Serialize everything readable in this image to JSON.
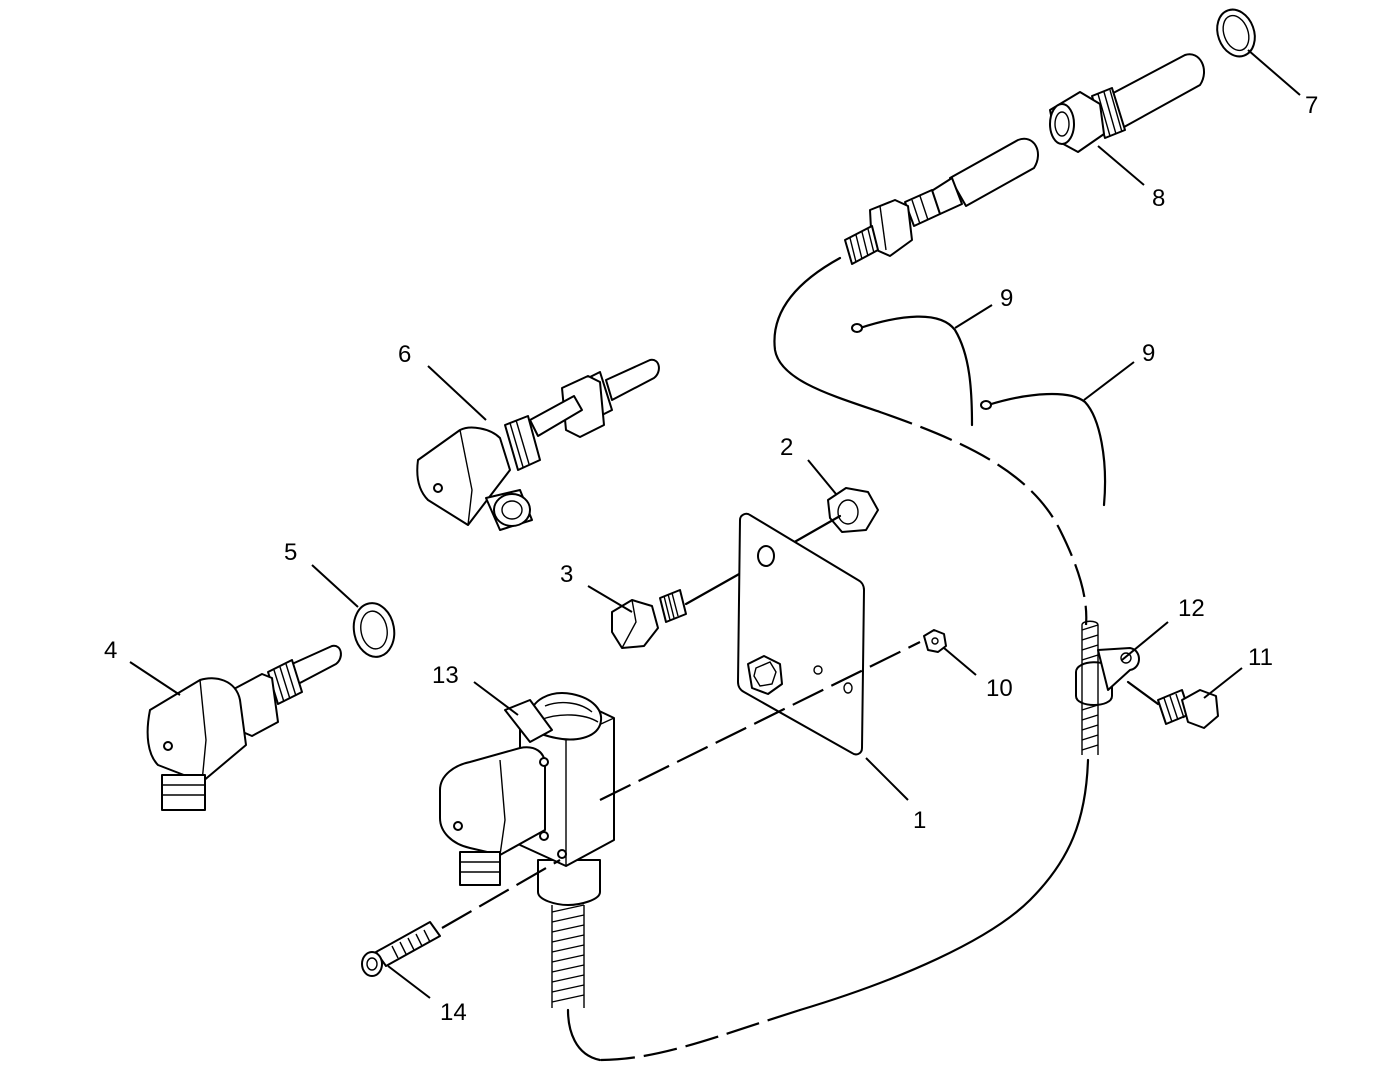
{
  "callouts": [
    {
      "id": "1",
      "label": "1"
    },
    {
      "id": "2",
      "label": "2"
    },
    {
      "id": "3",
      "label": "3"
    },
    {
      "id": "4",
      "label": "4"
    },
    {
      "id": "5",
      "label": "5"
    },
    {
      "id": "6",
      "label": "6"
    },
    {
      "id": "7",
      "label": "7"
    },
    {
      "id": "8",
      "label": "8"
    },
    {
      "id": "9a",
      "label": "9"
    },
    {
      "id": "9b",
      "label": "9"
    },
    {
      "id": "10",
      "label": "10"
    },
    {
      "id": "11",
      "label": "11"
    },
    {
      "id": "12",
      "label": "12"
    },
    {
      "id": "13",
      "label": "13"
    },
    {
      "id": "14",
      "label": "14"
    }
  ]
}
